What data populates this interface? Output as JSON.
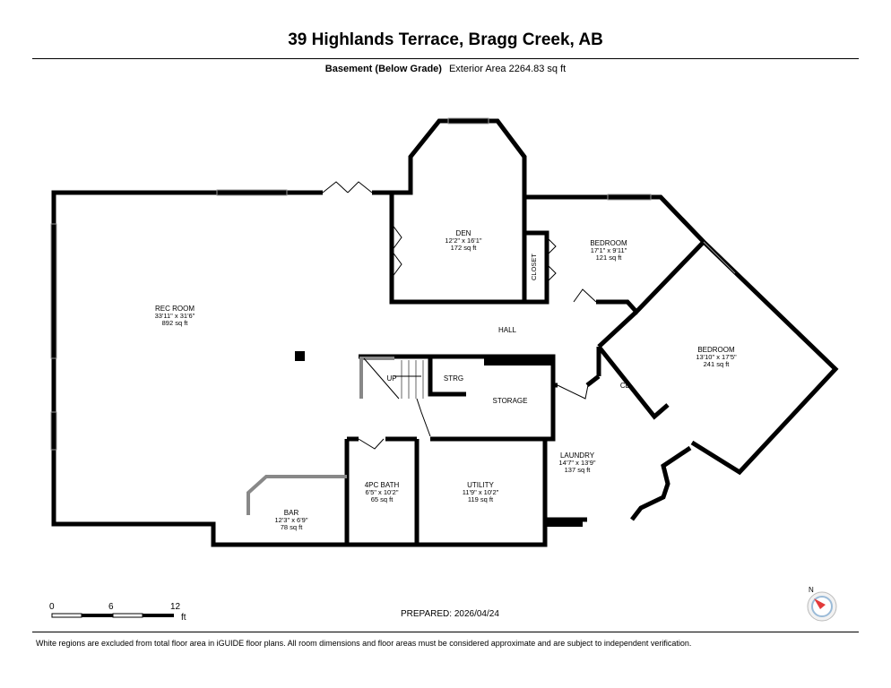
{
  "title": "39 Highlands Terrace, Bragg Creek, AB",
  "floor_label": "Basement (Below Grade)",
  "exterior_area": "Exterior Area 2264.83 sq ft",
  "rooms": [
    {
      "name": "REC ROOM",
      "dims": "33'11\" x 31'6\"",
      "area": "892 sq ft"
    },
    {
      "name": "DEN",
      "dims": "12'2\" x 16'1\"",
      "area": "172 sq ft"
    },
    {
      "name": "BEDROOM",
      "dims": "17'1\" x 9'11\"",
      "area": "121 sq ft"
    },
    {
      "name": "BEDROOM",
      "dims": "13'10\" x 17'5\"",
      "area": "241 sq ft"
    },
    {
      "name": "LAUNDRY",
      "dims": "14'7\" x 13'9\"",
      "area": "137 sq ft"
    },
    {
      "name": "UTILITY",
      "dims": "11'9\" x 10'2\"",
      "area": "119 sq ft"
    },
    {
      "name": "4PC BATH",
      "dims": "6'5\" x 10'2\"",
      "area": "65 sq ft"
    },
    {
      "name": "BAR",
      "dims": "12'3\" x 6'9\"",
      "area": "78 sq ft"
    }
  ],
  "labels": {
    "hall": "HALL",
    "closet": "CLOSET",
    "cl": "CL",
    "strg": "STRG",
    "storage": "STORAGE",
    "up": "UP"
  },
  "scale": {
    "ticks": [
      "0",
      "6",
      "12"
    ],
    "unit": "ft"
  },
  "compass": "N",
  "prepared": "PREPARED: 2026/04/24",
  "disclaimer": "White regions are excluded from total floor area in iGUIDE floor plans. All room dimensions and floor areas must be considered approximate and are subject to independent verification."
}
